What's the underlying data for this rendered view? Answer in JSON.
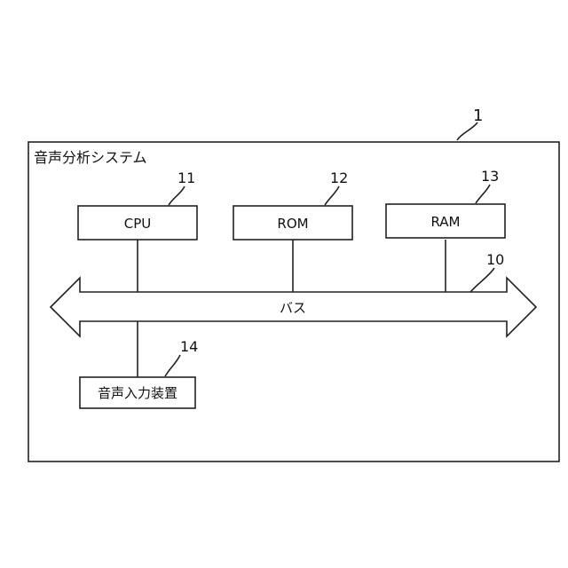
{
  "system": {
    "ref": "1",
    "title": "音声分析システム"
  },
  "components": [
    {
      "id": "cpu",
      "ref": "11",
      "label": "CPU"
    },
    {
      "id": "rom",
      "ref": "12",
      "label": "ROM"
    },
    {
      "id": "ram",
      "ref": "13",
      "label": "RAM"
    },
    {
      "id": "audio-input",
      "ref": "14",
      "label": "音声入力装置"
    }
  ],
  "bus": {
    "ref": "10",
    "label": "バス"
  }
}
